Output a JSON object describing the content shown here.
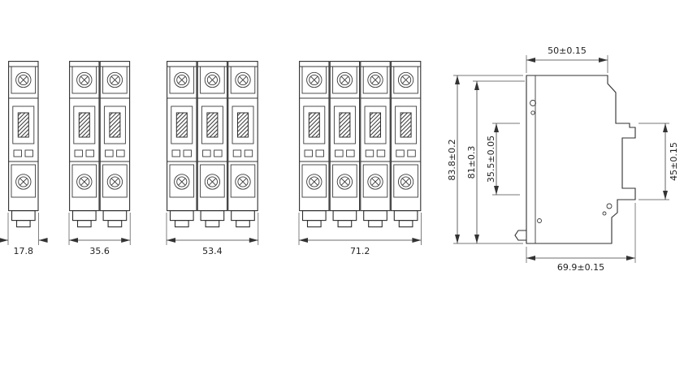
{
  "drawing": {
    "type": "technical-dimension-drawing",
    "subject": "miniature-circuit-breaker",
    "front_views": [
      {
        "name": "1-pole",
        "width_label": "17.8"
      },
      {
        "name": "2-pole",
        "width_label": "35.6"
      },
      {
        "name": "3-pole",
        "width_label": "53.4"
      },
      {
        "name": "4-pole",
        "width_label": "71.2"
      }
    ],
    "side_view": {
      "top_depth_label": "50±0.15",
      "overall_height_label": "83.8±0.2",
      "inner_height_label": "81±0.3",
      "din_offset_label": "35.5±0.05",
      "rail_section_label": "45±0.15",
      "overall_depth_label": "69.9±0.15"
    }
  },
  "colors": {
    "background": "#ffffff",
    "outline": "#2f2f2f",
    "dimension": "#3c3c3c",
    "text": "#1f1f1f"
  }
}
